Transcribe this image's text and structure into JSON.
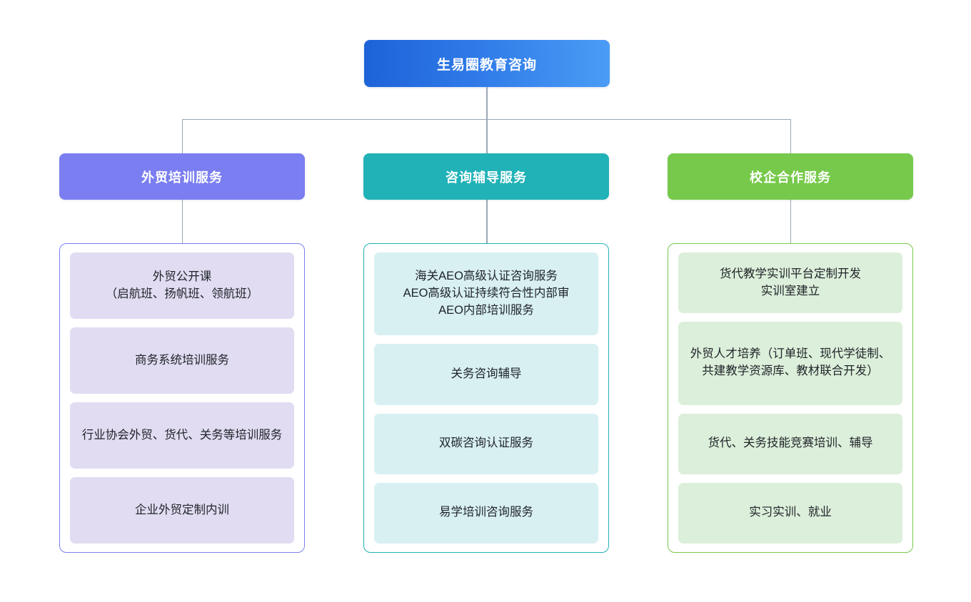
{
  "root": {
    "title": "生易圈教育咨询",
    "gradient_from": "#1d63d8",
    "gradient_to": "#4a9cf5"
  },
  "connector_color": "#9aa7b4",
  "columns": [
    {
      "header": "外贸培训服务",
      "accent": "#7b7ef0",
      "chip_bg": "#e1dcf2",
      "items": [
        "外贸公开课\n（启航班、扬帆班、领航班）",
        "商务系统培训服务",
        "行业协会外贸、货代、关务等培训服务",
        "企业外贸定制内训"
      ]
    },
    {
      "header": "咨询辅导服务",
      "accent": "#21b2b8",
      "chip_bg": "#d8f0f2",
      "items": [
        "海关AEO高级认证咨询服务\nAEO高级认证持续符合性内部审\nAEO内部培训服务",
        "关务咨询辅导",
        "双碳咨询认证服务",
        "易学培训咨询服务"
      ]
    },
    {
      "header": "校企合作服务",
      "accent": "#76c94a",
      "chip_bg": "#dcefda",
      "items": [
        "货代教学实训平台定制开发\n实训室建立",
        "外贸人才培养（订单班、现代学徒制、共建教学资源库、教材联合开发）",
        "货代、关务技能竞赛培训、辅导",
        "实习实训、就业"
      ]
    }
  ]
}
